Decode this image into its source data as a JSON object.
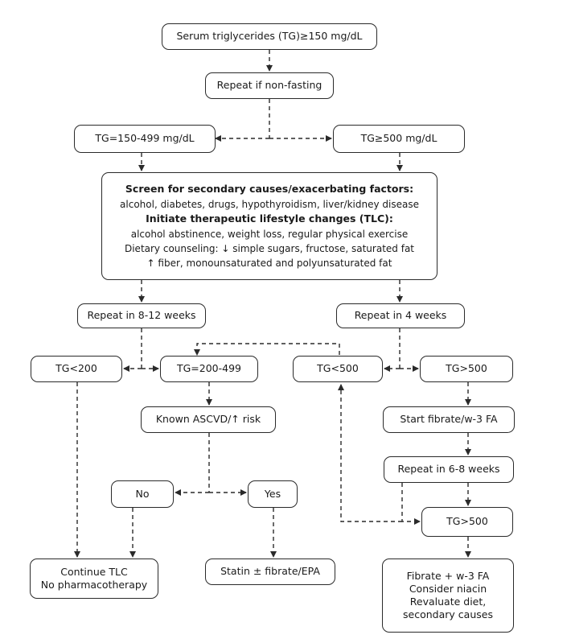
{
  "nodes": {
    "start": "Serum triglycerides (TG)≥150 mg/dL",
    "repeat_nonfasting": "Repeat if non-fasting",
    "tg_150_499": "TG=150-499 mg/dL",
    "tg_ge500": "TG≥500 mg/dL",
    "screen": {
      "heading1": "Screen for secondary causes/exacerbating factors:",
      "line1": "alcohol, diabetes, drugs, hypothyroidism, liver/kidney disease",
      "heading2": "Initiate therapeutic lifestyle changes (TLC):",
      "line2": "alcohol abstinence, weight loss, regular physical exercise",
      "line3": "Dietary counseling: ↓ simple sugars, fructose, saturated fat",
      "line4": "↑ fiber, monounsaturated and polyunsaturated fat"
    },
    "repeat_8_12": "Repeat in 8-12 weeks",
    "repeat_4": "Repeat in 4 weeks",
    "tg_lt200": "TG<200",
    "tg_200_499": "TG=200-499",
    "tg_lt500": "TG<500",
    "tg_gt500_a": "TG>500",
    "known_ascvd": "Known ASCVD/↑ risk",
    "start_fibrate": "Start fibrate/w-3 FA",
    "repeat_6_8": "Repeat in 6-8 weeks",
    "no": "No",
    "yes": "Yes",
    "tg_gt500_b": "TG>500",
    "continue_tlc": {
      "line1": "Continue TLC",
      "line2": "No pharmacotherapy"
    },
    "statin": "Statin ± fibrate/EPA",
    "fibrate_final": {
      "line1": "Fibrate + w-3 FA",
      "line2": "Consider niacin",
      "line3": "Revaluate diet,",
      "line4": "secondary causes"
    }
  }
}
